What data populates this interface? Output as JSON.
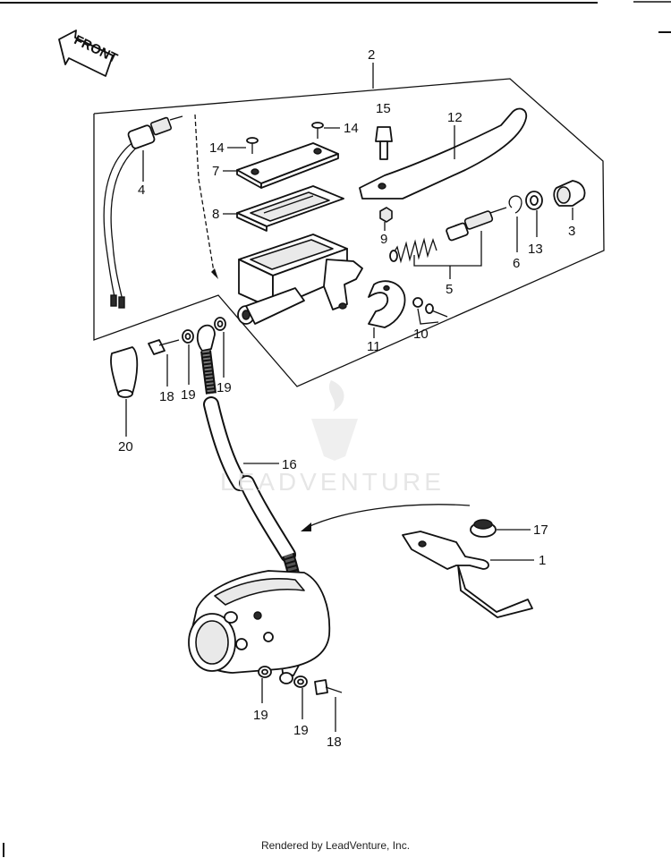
{
  "front_arrow": {
    "label": "FRONT"
  },
  "watermark": {
    "text": "LEADVENTURE"
  },
  "callouts": [
    {
      "id": "c2",
      "text": "2"
    },
    {
      "id": "c15",
      "text": "15"
    },
    {
      "id": "c14a",
      "text": "14"
    },
    {
      "id": "c14b",
      "text": "14"
    },
    {
      "id": "c12",
      "text": "12"
    },
    {
      "id": "c7",
      "text": "7"
    },
    {
      "id": "c4",
      "text": "4"
    },
    {
      "id": "c8",
      "text": "8"
    },
    {
      "id": "c9",
      "text": "9"
    },
    {
      "id": "c3",
      "text": "3"
    },
    {
      "id": "c6",
      "text": "6"
    },
    {
      "id": "c13",
      "text": "13"
    },
    {
      "id": "c5",
      "text": "5"
    },
    {
      "id": "c11",
      "text": "11"
    },
    {
      "id": "c10",
      "text": "10"
    },
    {
      "id": "c18a",
      "text": "18"
    },
    {
      "id": "c19a",
      "text": "19"
    },
    {
      "id": "c19b",
      "text": "19"
    },
    {
      "id": "c20",
      "text": "20"
    },
    {
      "id": "c16",
      "text": "16"
    },
    {
      "id": "c17",
      "text": "17"
    },
    {
      "id": "c1",
      "text": "1"
    },
    {
      "id": "c19c",
      "text": "19"
    },
    {
      "id": "c19d",
      "text": "19"
    },
    {
      "id": "c18b",
      "text": "18"
    }
  ],
  "footer": {
    "text": "Rendered by LeadVenture, Inc."
  }
}
